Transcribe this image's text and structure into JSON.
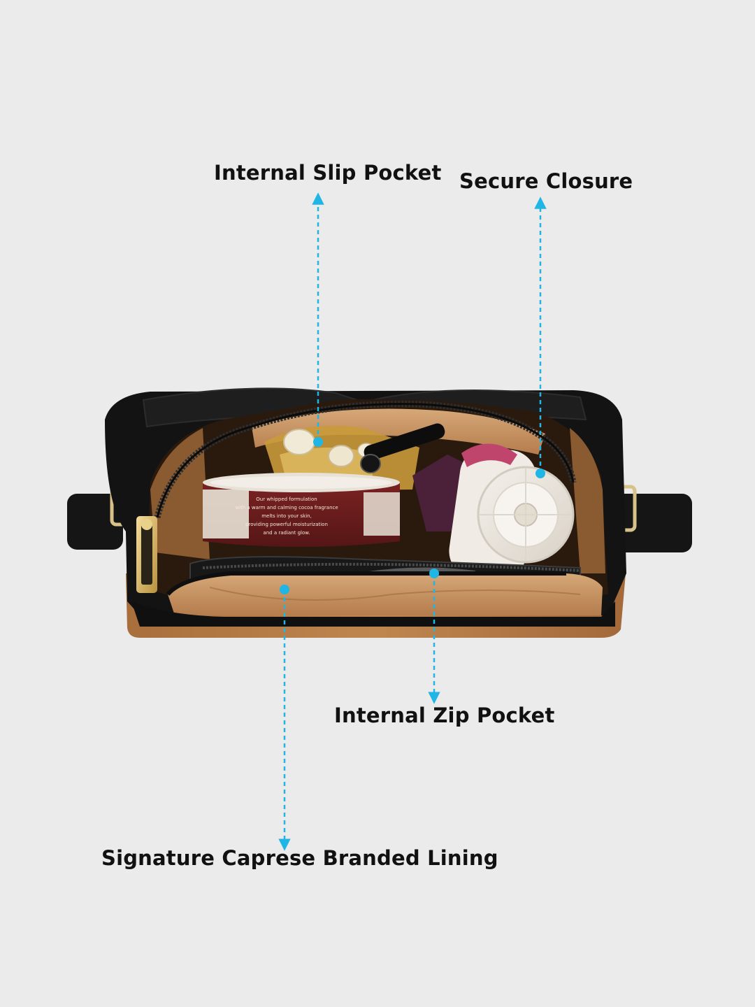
{
  "callouts": {
    "internal_slip_pocket": "Internal Slip Pocket",
    "secure_closure": "Secure Closure",
    "internal_zip_pocket": "Internal Zip Pocket",
    "signature_lining": "Signature Caprese Branded Lining"
  },
  "product_tin": {
    "line1": "Our whipped formulation",
    "line2": "with a warm and calming cocoa fragrance",
    "line3": "melts into your skin,",
    "line4": "providing powerful moisturization",
    "line5": "and a radiant glow."
  },
  "colors": {
    "background": "#ebebeb",
    "callout_line": "#1fb6e6",
    "bag_leather": "#141414",
    "lining": "#c49062",
    "label_text": "#111111"
  }
}
